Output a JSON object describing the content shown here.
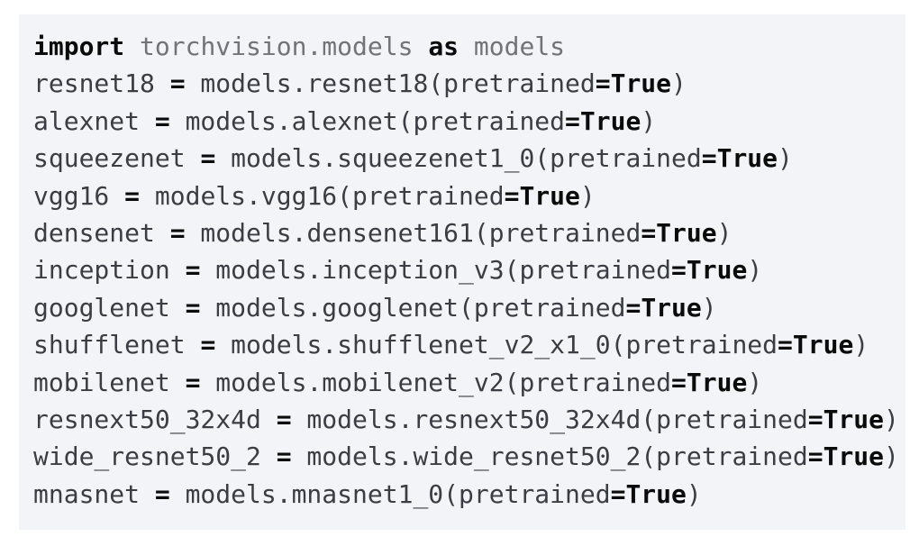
{
  "page": {
    "background_color": "#ffffff"
  },
  "code_block": {
    "background_color": "#f3f4f7",
    "language": "python",
    "token_colors": {
      "keyword": "#0b0b0c",
      "operator": "#0b0b0c",
      "keyword_constant": "#0b0b0c",
      "namespace": "#717379",
      "plain": "#3a3d43"
    },
    "plain_text": "import torchvision.models as models\nresnet18 = models.resnet18(pretrained=True)\nalexnet = models.alexnet(pretrained=True)\nsqueezenet = models.squeezenet1_0(pretrained=True)\nvgg16 = models.vgg16(pretrained=True)\ndensenet = models.densenet161(pretrained=True)\ninception = models.inception_v3(pretrained=True)\ngooglenet = models.googlenet(pretrained=True)\nshufflenet = models.shufflenet_v2_x1_0(pretrained=True)\nmobilenet = models.mobilenet_v2(pretrained=True)\nresnext50_32x4d = models.resnext50_32x4d(pretrained=True)\nwide_resnet50_2 = models.wide_resnet50_2(pretrained=True)\nmnasnet = models.mnasnet1_0(pretrained=True)",
    "lines": [
      {
        "tokens": [
          [
            "k",
            "import"
          ],
          [
            "nn",
            " torchvision.models "
          ],
          [
            "k",
            "as"
          ],
          [
            "nn",
            " models"
          ]
        ]
      },
      {
        "tokens": [
          [
            "n",
            "resnet18 "
          ],
          [
            "o",
            "="
          ],
          [
            "n",
            " models.resnet18(pretrained"
          ],
          [
            "o",
            "="
          ],
          [
            "kc",
            "True"
          ],
          [
            "n",
            ")"
          ]
        ]
      },
      {
        "tokens": [
          [
            "n",
            "alexnet "
          ],
          [
            "o",
            "="
          ],
          [
            "n",
            " models.alexnet(pretrained"
          ],
          [
            "o",
            "="
          ],
          [
            "kc",
            "True"
          ],
          [
            "n",
            ")"
          ]
        ]
      },
      {
        "tokens": [
          [
            "n",
            "squeezenet "
          ],
          [
            "o",
            "="
          ],
          [
            "n",
            " models.squeezenet1_0(pretrained"
          ],
          [
            "o",
            "="
          ],
          [
            "kc",
            "True"
          ],
          [
            "n",
            ")"
          ]
        ]
      },
      {
        "tokens": [
          [
            "n",
            "vgg16 "
          ],
          [
            "o",
            "="
          ],
          [
            "n",
            " models.vgg16(pretrained"
          ],
          [
            "o",
            "="
          ],
          [
            "kc",
            "True"
          ],
          [
            "n",
            ")"
          ]
        ]
      },
      {
        "tokens": [
          [
            "n",
            "densenet "
          ],
          [
            "o",
            "="
          ],
          [
            "n",
            " models.densenet161(pretrained"
          ],
          [
            "o",
            "="
          ],
          [
            "kc",
            "True"
          ],
          [
            "n",
            ")"
          ]
        ]
      },
      {
        "tokens": [
          [
            "n",
            "inception "
          ],
          [
            "o",
            "="
          ],
          [
            "n",
            " models.inception_v3(pretrained"
          ],
          [
            "o",
            "="
          ],
          [
            "kc",
            "True"
          ],
          [
            "n",
            ")"
          ]
        ]
      },
      {
        "tokens": [
          [
            "n",
            "googlenet "
          ],
          [
            "o",
            "="
          ],
          [
            "n",
            " models.googlenet(pretrained"
          ],
          [
            "o",
            "="
          ],
          [
            "kc",
            "True"
          ],
          [
            "n",
            ")"
          ]
        ]
      },
      {
        "tokens": [
          [
            "n",
            "shufflenet "
          ],
          [
            "o",
            "="
          ],
          [
            "n",
            " models.shufflenet_v2_x1_0(pretrained"
          ],
          [
            "o",
            "="
          ],
          [
            "kc",
            "True"
          ],
          [
            "n",
            ")"
          ]
        ]
      },
      {
        "tokens": [
          [
            "n",
            "mobilenet "
          ],
          [
            "o",
            "="
          ],
          [
            "n",
            " models.mobilenet_v2(pretrained"
          ],
          [
            "o",
            "="
          ],
          [
            "kc",
            "True"
          ],
          [
            "n",
            ")"
          ]
        ]
      },
      {
        "tokens": [
          [
            "n",
            "resnext50_32x4d "
          ],
          [
            "o",
            "="
          ],
          [
            "n",
            " models.resnext50_32x4d(pretrained"
          ],
          [
            "o",
            "="
          ],
          [
            "kc",
            "True"
          ],
          [
            "n",
            ")"
          ]
        ]
      },
      {
        "tokens": [
          [
            "n",
            "wide_resnet50_2 "
          ],
          [
            "o",
            "="
          ],
          [
            "n",
            " models.wide_resnet50_2(pretrained"
          ],
          [
            "o",
            "="
          ],
          [
            "kc",
            "True"
          ],
          [
            "n",
            ")"
          ]
        ]
      },
      {
        "tokens": [
          [
            "n",
            "mnasnet "
          ],
          [
            "o",
            "="
          ],
          [
            "n",
            " models.mnasnet1_0(pretrained"
          ],
          [
            "o",
            "="
          ],
          [
            "kc",
            "True"
          ],
          [
            "n",
            ")"
          ]
        ]
      }
    ]
  }
}
